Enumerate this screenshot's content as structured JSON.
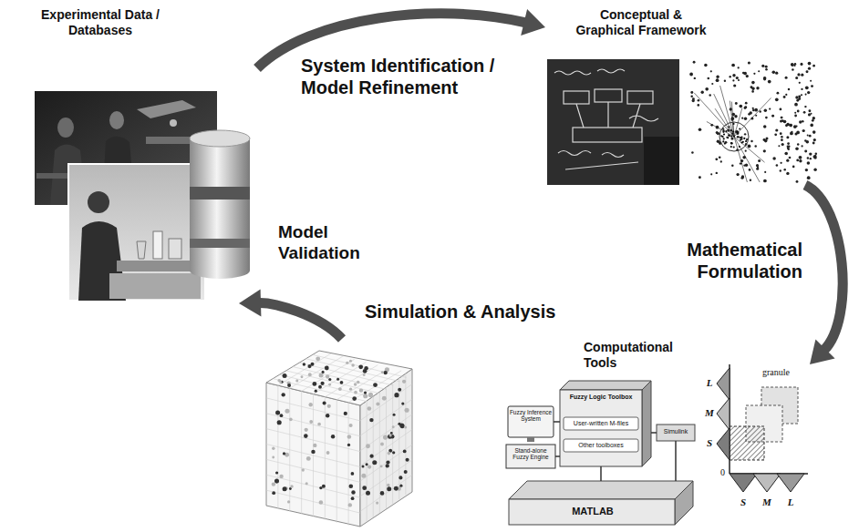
{
  "diagram": {
    "nodes": [
      {
        "text": [
          "Experimental Data / Databases"
        ]
      },
      {
        "text": [
          "Conceptual & Graphical Framework"
        ]
      },
      {
        "text": [
          "Computational Tools"
        ]
      }
    ],
    "edges": [
      {
        "from": 0,
        "to": 1,
        "arrow": "to",
        "label": "System Identification / Model Refinement"
      },
      {
        "from": 1,
        "to": 2,
        "arrow": "to",
        "label": "Mathematical Formulation"
      },
      {
        "from": 2,
        "to": 0,
        "arrow": "to",
        "label": "Simulation & Analysis"
      }
    ],
    "labels": [
      "Model Validation",
      "granule",
      "L",
      "M",
      "S",
      "0",
      "S",
      "M",
      "L",
      "MATLAB",
      "Simulink",
      "Fuzzy Inference System",
      "Stand-alone Fuzzy Engine",
      "Fuzzy Logic Toolbox",
      "User-written M-files",
      "Other toolboxes"
    ]
  }
}
